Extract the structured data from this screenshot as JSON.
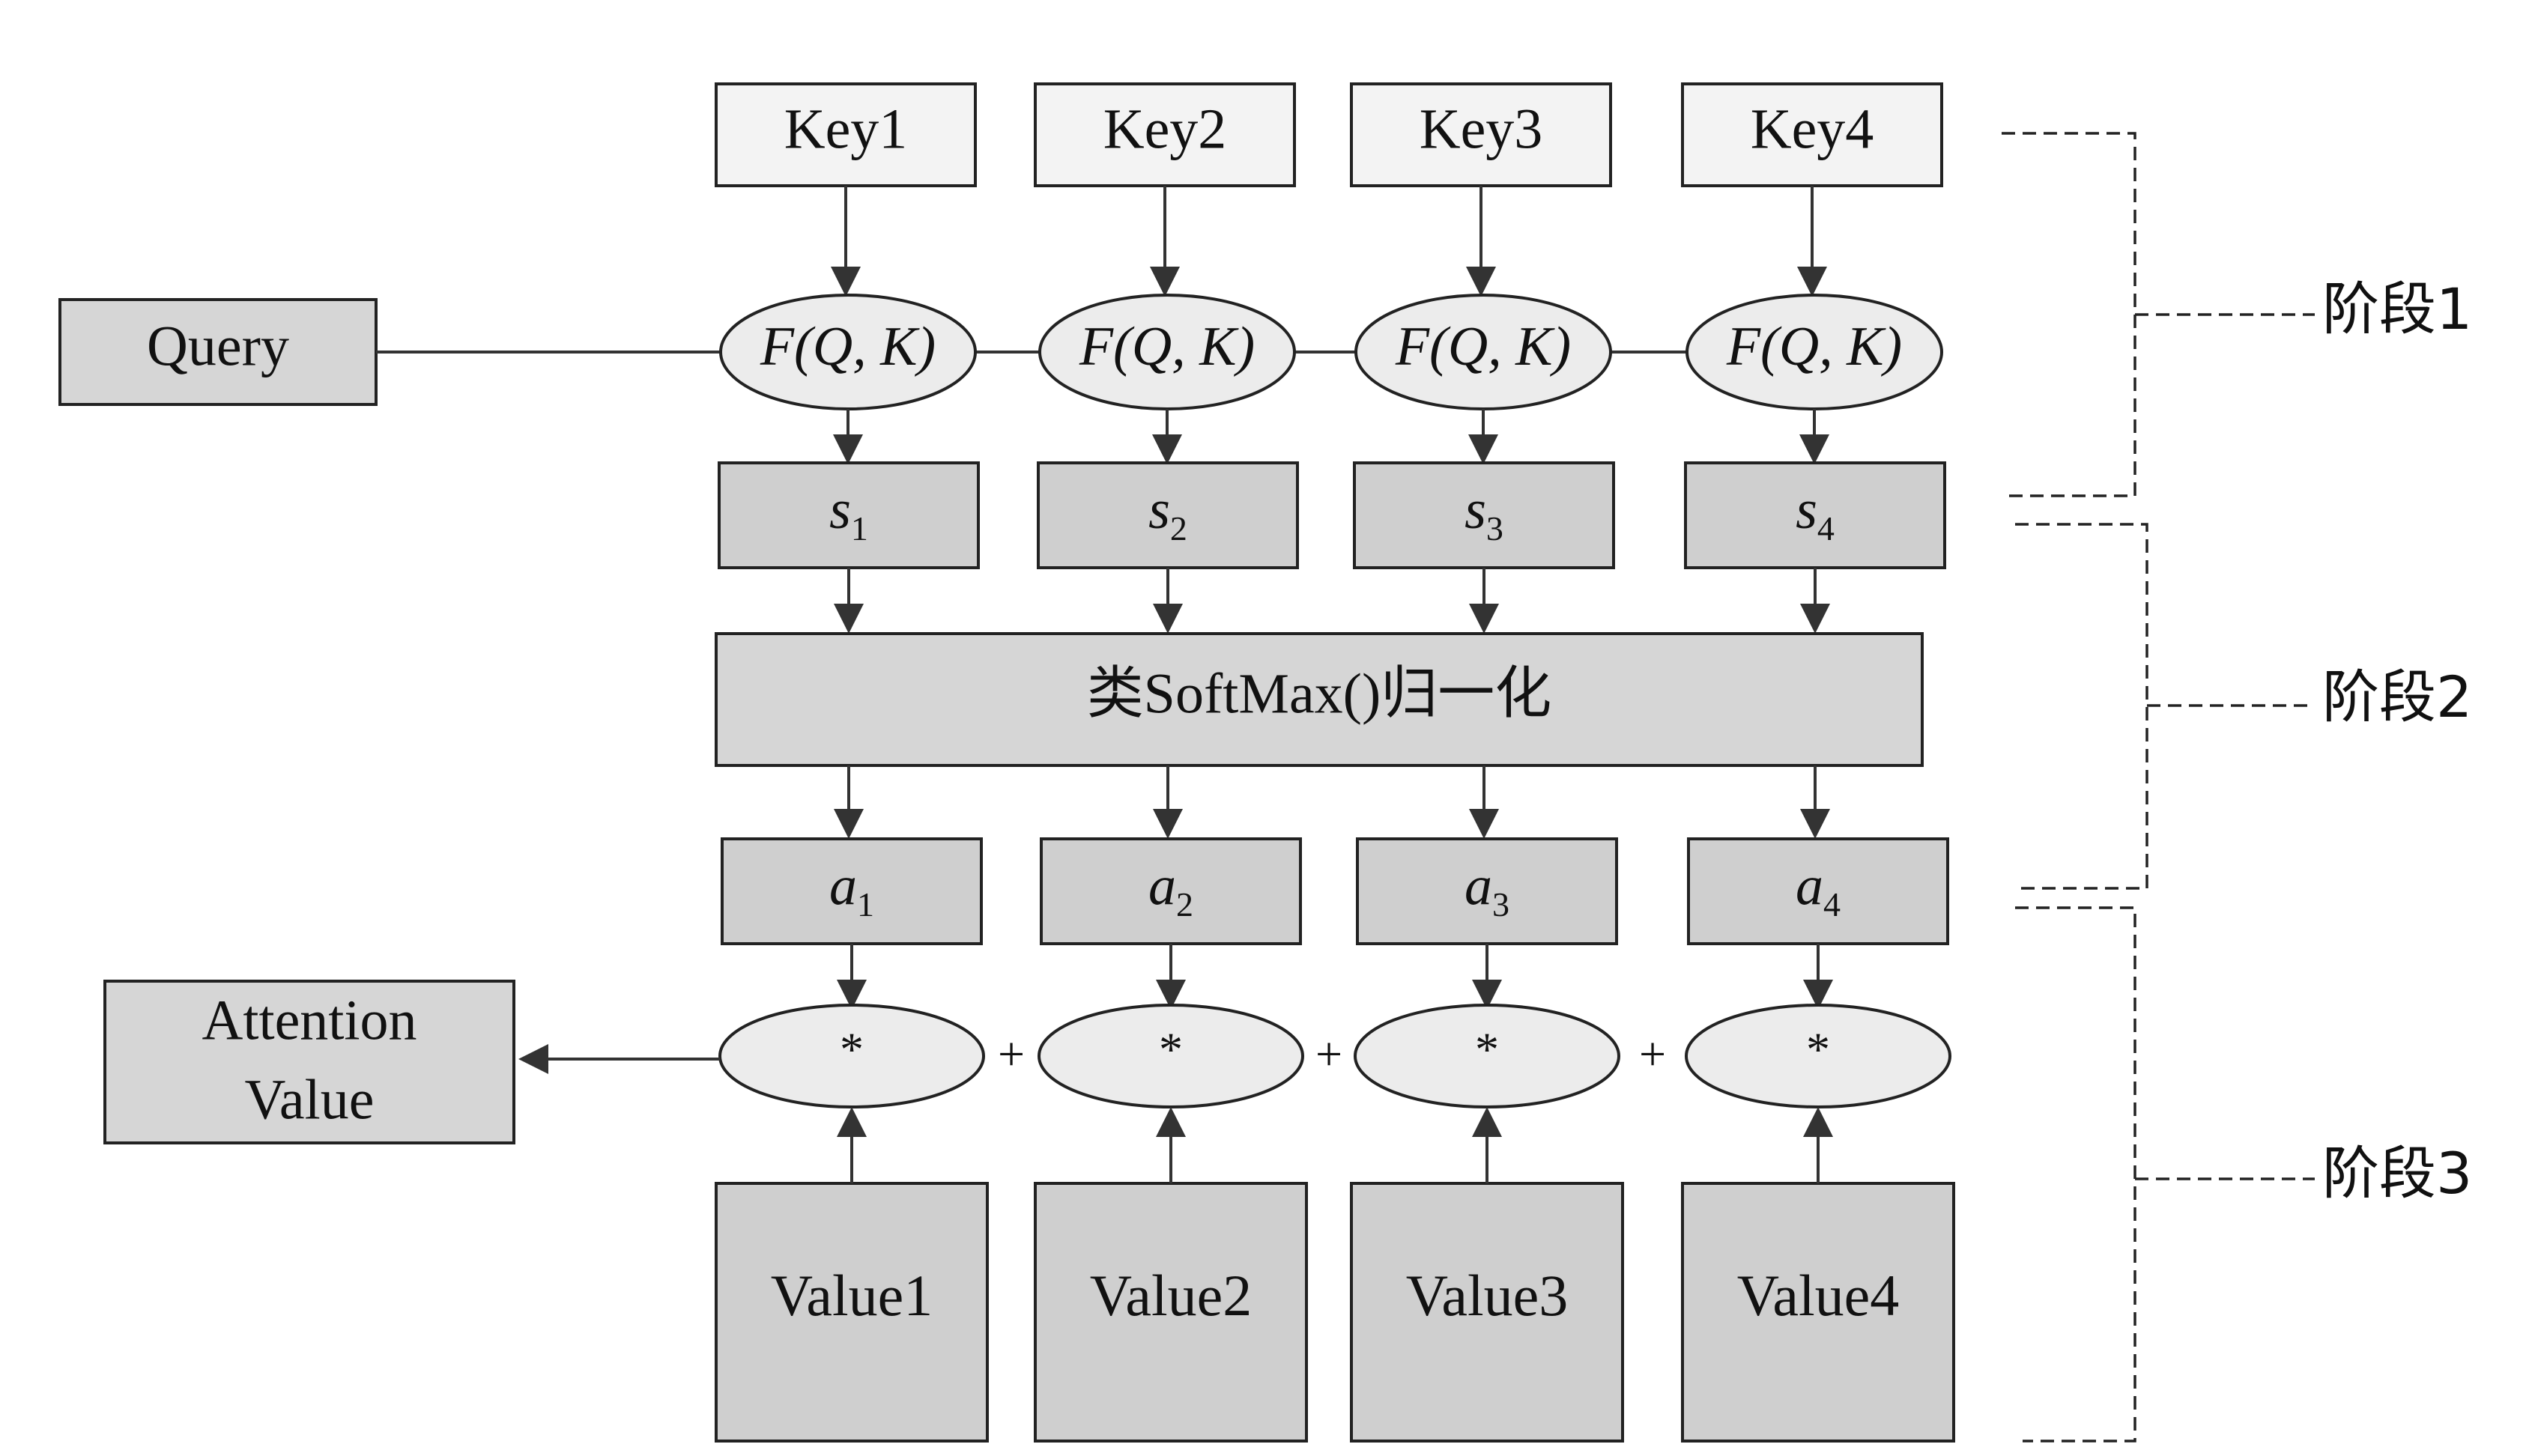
{
  "keys": [
    "Key1",
    "Key2",
    "Key3",
    "Key4"
  ],
  "query": "Query",
  "f_label": "F(Q, K)",
  "scores": [
    {
      "base": "s",
      "sub": "1"
    },
    {
      "base": "s",
      "sub": "2"
    },
    {
      "base": "s",
      "sub": "3"
    },
    {
      "base": "s",
      "sub": "4"
    }
  ],
  "softmax": "类SoftMax()归一化",
  "weights": [
    {
      "base": "a",
      "sub": "1"
    },
    {
      "base": "a",
      "sub": "2"
    },
    {
      "base": "a",
      "sub": "3"
    },
    {
      "base": "a",
      "sub": "4"
    }
  ],
  "multiply_symbol": "*",
  "plus_symbol": "+",
  "attention_value": [
    "Attention",
    "Value"
  ],
  "values": [
    "Value1",
    "Value2",
    "Value3",
    "Value4"
  ],
  "stages": [
    "阶段1",
    "阶段2",
    "阶段3"
  ]
}
